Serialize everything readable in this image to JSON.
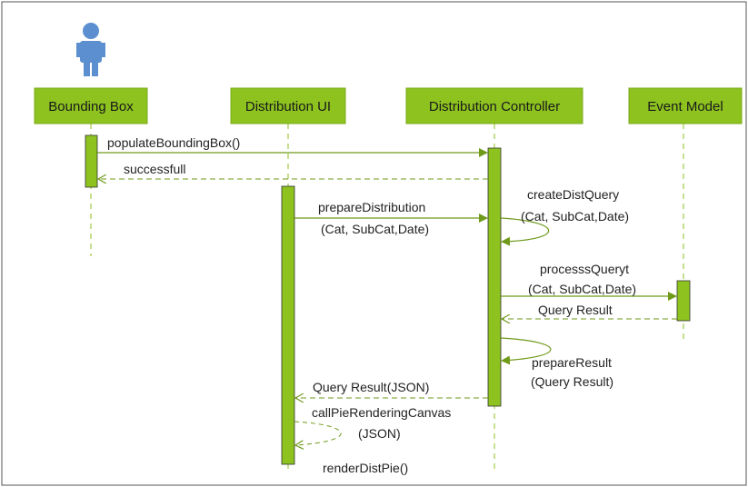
{
  "participants": [
    {
      "id": "bb",
      "label": "Bounding Box"
    },
    {
      "id": "ui",
      "label": "Distribution UI"
    },
    {
      "id": "ctrl",
      "label": "Distribution Controller"
    },
    {
      "id": "em",
      "label": "Event Model"
    }
  ],
  "messages": {
    "m1": {
      "lines": [
        "populateBoundingBox()"
      ]
    },
    "m2": {
      "lines": [
        "successfull"
      ]
    },
    "m3": {
      "lines": [
        "prepareDistribution",
        "(Cat, SubCat,Date)"
      ]
    },
    "m4": {
      "lines": [
        "createDistQuery",
        "(Cat, SubCat,Date)"
      ]
    },
    "m5": {
      "lines": [
        "processsQueryt",
        "(Cat, SubCat,Date)"
      ]
    },
    "m6": {
      "lines": [
        "Query Result"
      ]
    },
    "m7": {
      "lines": [
        "prepareResult",
        "(Query Result)"
      ]
    },
    "m8": {
      "lines": [
        "Query Result(JSON)"
      ]
    },
    "m9": {
      "lines": [
        "callPieRenderingCanvas",
        "(JSON)"
      ]
    },
    "m10": {
      "lines": [
        "renderDistPie()"
      ]
    }
  },
  "colors": {
    "header_fill": "#8dc21f",
    "activation_fill": "#8dc21f",
    "arrow": "#6f9a1a",
    "lifeline": "#8dc21f",
    "actor": "#5b8fd0"
  },
  "actor_icon": "user-icon"
}
